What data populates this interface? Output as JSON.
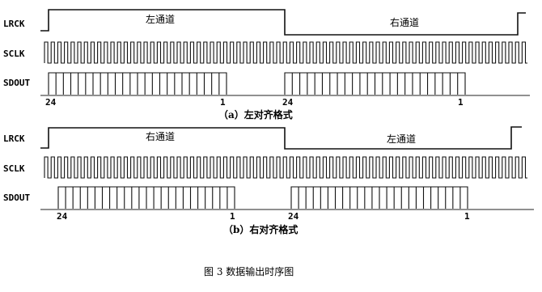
{
  "panels": [
    {
      "signals": {
        "lrck": "LRCK",
        "sclk": "SCLK",
        "sdout": "SDOUT"
      },
      "channel_high": "左通道",
      "channel_low": "右通道",
      "msb_label": "24",
      "lsb_label": "1",
      "caption": "（a）左对齐格式",
      "sdout_bits": 24
    },
    {
      "signals": {
        "lrck": "LRCK",
        "sclk": "SCLK",
        "sdout": "SDOUT"
      },
      "channel_high": "右通道",
      "channel_low": "左通道",
      "msb_label": "24",
      "lsb_label": "1",
      "caption": "（b）右对齐格式",
      "sdout_bits": 24
    }
  ],
  "figure_caption": "图 3    数据输出时序图"
}
